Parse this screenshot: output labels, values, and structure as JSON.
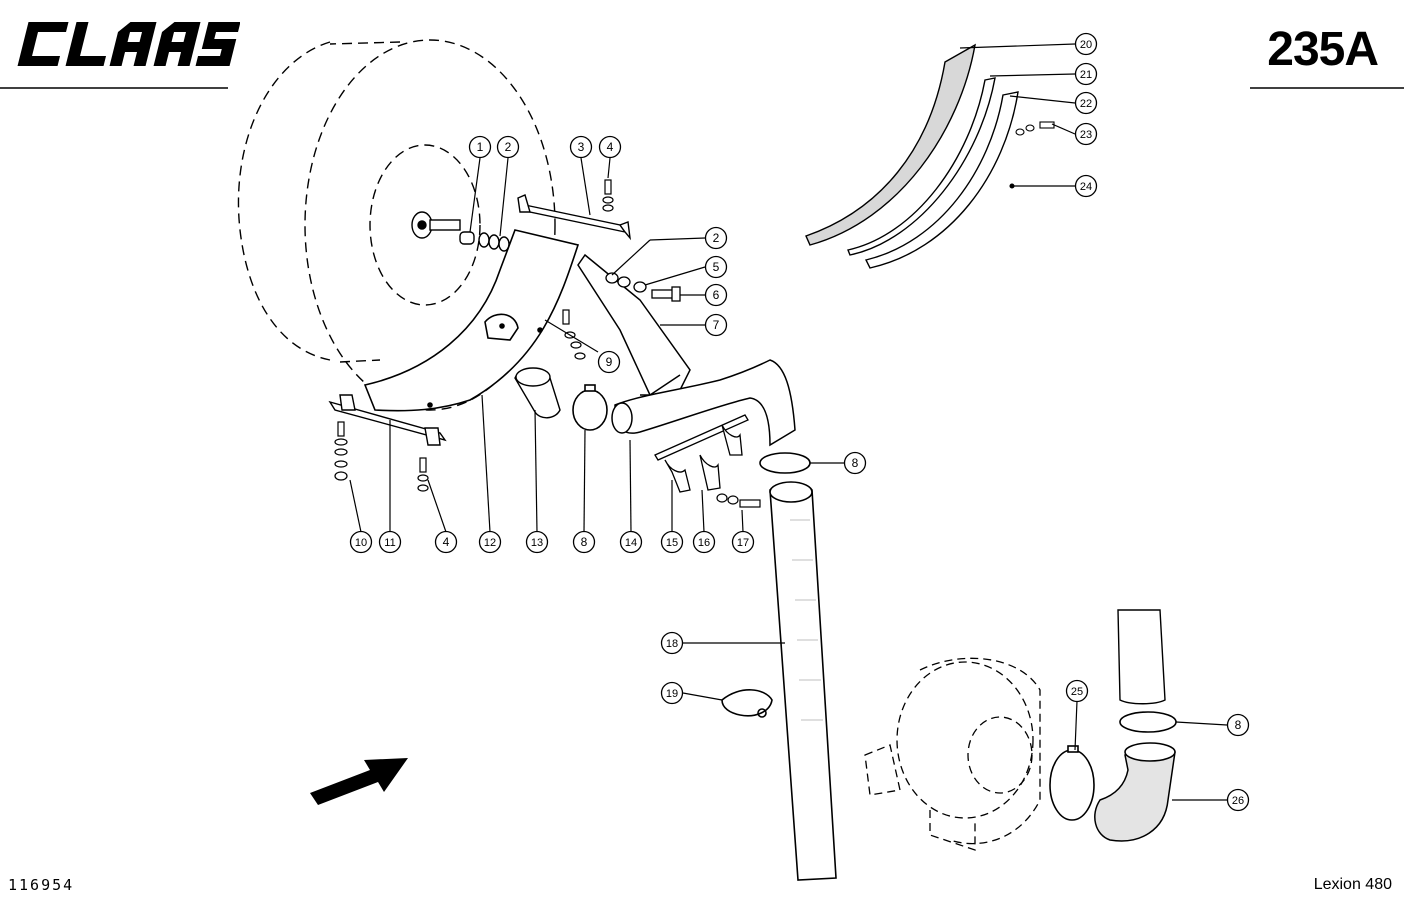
{
  "header": {
    "brand_logo": "CLAAS",
    "page_code": "235A"
  },
  "footer": {
    "drawing_number": "116954",
    "model": "Lexion 480"
  },
  "callouts": [
    {
      "label": "1"
    },
    {
      "label": "2"
    },
    {
      "label": "3"
    },
    {
      "label": "4"
    },
    {
      "label": "2"
    },
    {
      "label": "5"
    },
    {
      "label": "6"
    },
    {
      "label": "7"
    },
    {
      "label": "9"
    },
    {
      "label": "8"
    },
    {
      "label": "10"
    },
    {
      "label": "11"
    },
    {
      "label": "4"
    },
    {
      "label": "12"
    },
    {
      "label": "13"
    },
    {
      "label": "8"
    },
    {
      "label": "14"
    },
    {
      "label": "15"
    },
    {
      "label": "16"
    },
    {
      "label": "17"
    },
    {
      "label": "18"
    },
    {
      "label": "19"
    },
    {
      "label": "20"
    },
    {
      "label": "21"
    },
    {
      "label": "22"
    },
    {
      "label": "23"
    },
    {
      "label": "24"
    },
    {
      "label": "25"
    },
    {
      "label": "8"
    },
    {
      "label": "26"
    }
  ],
  "icons": {
    "direction_arrow": "arrow-icon"
  }
}
